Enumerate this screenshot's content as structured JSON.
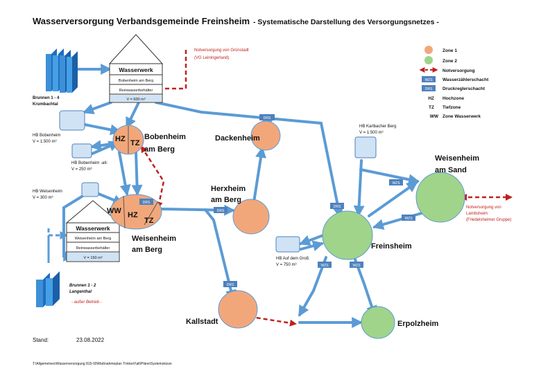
{
  "header": {
    "title": "Wasserversorgung Verbandsgemeinde Freinsheim",
    "subtitle": "- Systematische Darstellung des Versorgungsnetzes -"
  },
  "legend": {
    "zone1": "Zone 1",
    "zone2": "Zone 2",
    "emergency": "Notversorgung",
    "wzs_tag": "WZS",
    "wzs": "Wasserzählerschacht",
    "drs_tag": "DRS",
    "drs": "Druckreglerschacht",
    "hz_abbr": "HZ",
    "hz": "Hochzone",
    "tz_abbr": "TZ",
    "tz": "Tiefzone",
    "ww_abbr": "WW",
    "ww": "Zone Wasserwerk"
  },
  "colors": {
    "zone1": "#f2a77a",
    "zone2": "#9fd48a",
    "pipe": "#5b9bd5",
    "emergency": "#c0201d",
    "tag": "#4f81bd"
  },
  "waterworks": [
    {
      "title": "Wasserwerk",
      "location": "Bobenheim am Berg",
      "tank": "Reinwasserbehälter",
      "volume": "V = 600 m³"
    },
    {
      "title": "Wasserwerk",
      "location": "Weisenheim am Berg",
      "tank": "Reinwasserbehälter",
      "volume": "V = 150 m³"
    }
  ],
  "wells": [
    {
      "line1": "Brunnen 1 - 4",
      "line2": "Krumbachtal"
    },
    {
      "line1": "Brunnen 1 - 2",
      "line2": "Langenthal",
      "status": "- außer Betrieb -"
    }
  ],
  "reservoirs": {
    "bobenheim": {
      "line1": "HB Bobenheim",
      "line2": "V = 1.500 m³"
    },
    "bobenheim_alt": {
      "line1": "HB Bobenheim -alt-",
      "line2": "V = 250 m³"
    },
    "weisenheim": {
      "line1": "HB Weisenheim",
      "line2": "V = 300 m³"
    },
    "karlbacher": {
      "line1": "HB Karlbacher Berg",
      "line2": "V = 1.500 m³"
    },
    "gross": {
      "line1": "HB Auf dem Groß",
      "line2": "V = 750 m³"
    }
  },
  "places": {
    "bobenheim": {
      "line1": "Bobenheim",
      "line2": "am Berg"
    },
    "dackenheim": "Dackenheim",
    "herxheim": {
      "line1": "Herxheim",
      "line2": "am Berg"
    },
    "weisenheim_berg": {
      "line1": "Weisenheim",
      "line2": "am Berg"
    },
    "weisenheim_sand": {
      "line1": "Weisenheim",
      "line2": "am Sand"
    },
    "freinsheim": "Freinsheim",
    "kallstadt": "Kallstadt",
    "erpolzheim": "Erpolzheim"
  },
  "zone_marks": {
    "hz": "HZ",
    "tz": "TZ",
    "ww": "WW"
  },
  "emergency_notes": {
    "gruenstadt": {
      "line1": "Notversorgung von Grünstadt",
      "line2": "(VG Leiningerland)"
    },
    "lambsheim": {
      "line1": "Notversorgung von",
      "line2": "Lambsheim",
      "line3": "(Friedelsheimer Gruppe)"
    }
  },
  "footer": {
    "stand_label": "Stand:",
    "date": "23.08.2022",
    "path": "T:\\Allgemeines\\Wasserversorgung 815-00\\Maßnahmeplan TrinkwV\\alt\\Pläne\\Systemskizze"
  }
}
